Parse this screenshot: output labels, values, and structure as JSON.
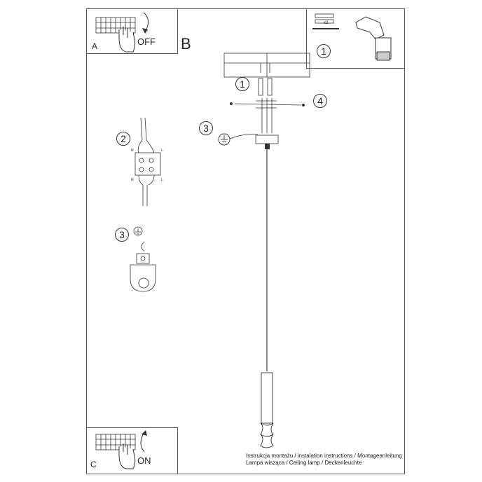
{
  "panels": {
    "a": {
      "letter": "A",
      "action": "OFF"
    },
    "b": {
      "letter": "B"
    },
    "c": {
      "letter": "C",
      "action": "ON"
    }
  },
  "tools": {
    "step": "1",
    "qty": "x2"
  },
  "callouts": {
    "mount": "1",
    "wires": "2",
    "ground": "3",
    "screw": "4",
    "ground_detail": "3"
  },
  "terminal": {
    "n_top": "N",
    "l_top": "L",
    "n_bottom": "N",
    "l_bottom": "L"
  },
  "footer": {
    "line1": "Instrukcja montażu / instalation instructions / Montageanleitung",
    "line2": "Lampa wisząca / Ceiling lamp / Deckenleuchte"
  },
  "icons": [
    "switch-panel-icon",
    "hand-icon",
    "rotate-arrow-icon",
    "wall-plug-icon",
    "screw-icon",
    "drill-icon",
    "ground-symbol-icon",
    "terminal-block-icon"
  ]
}
